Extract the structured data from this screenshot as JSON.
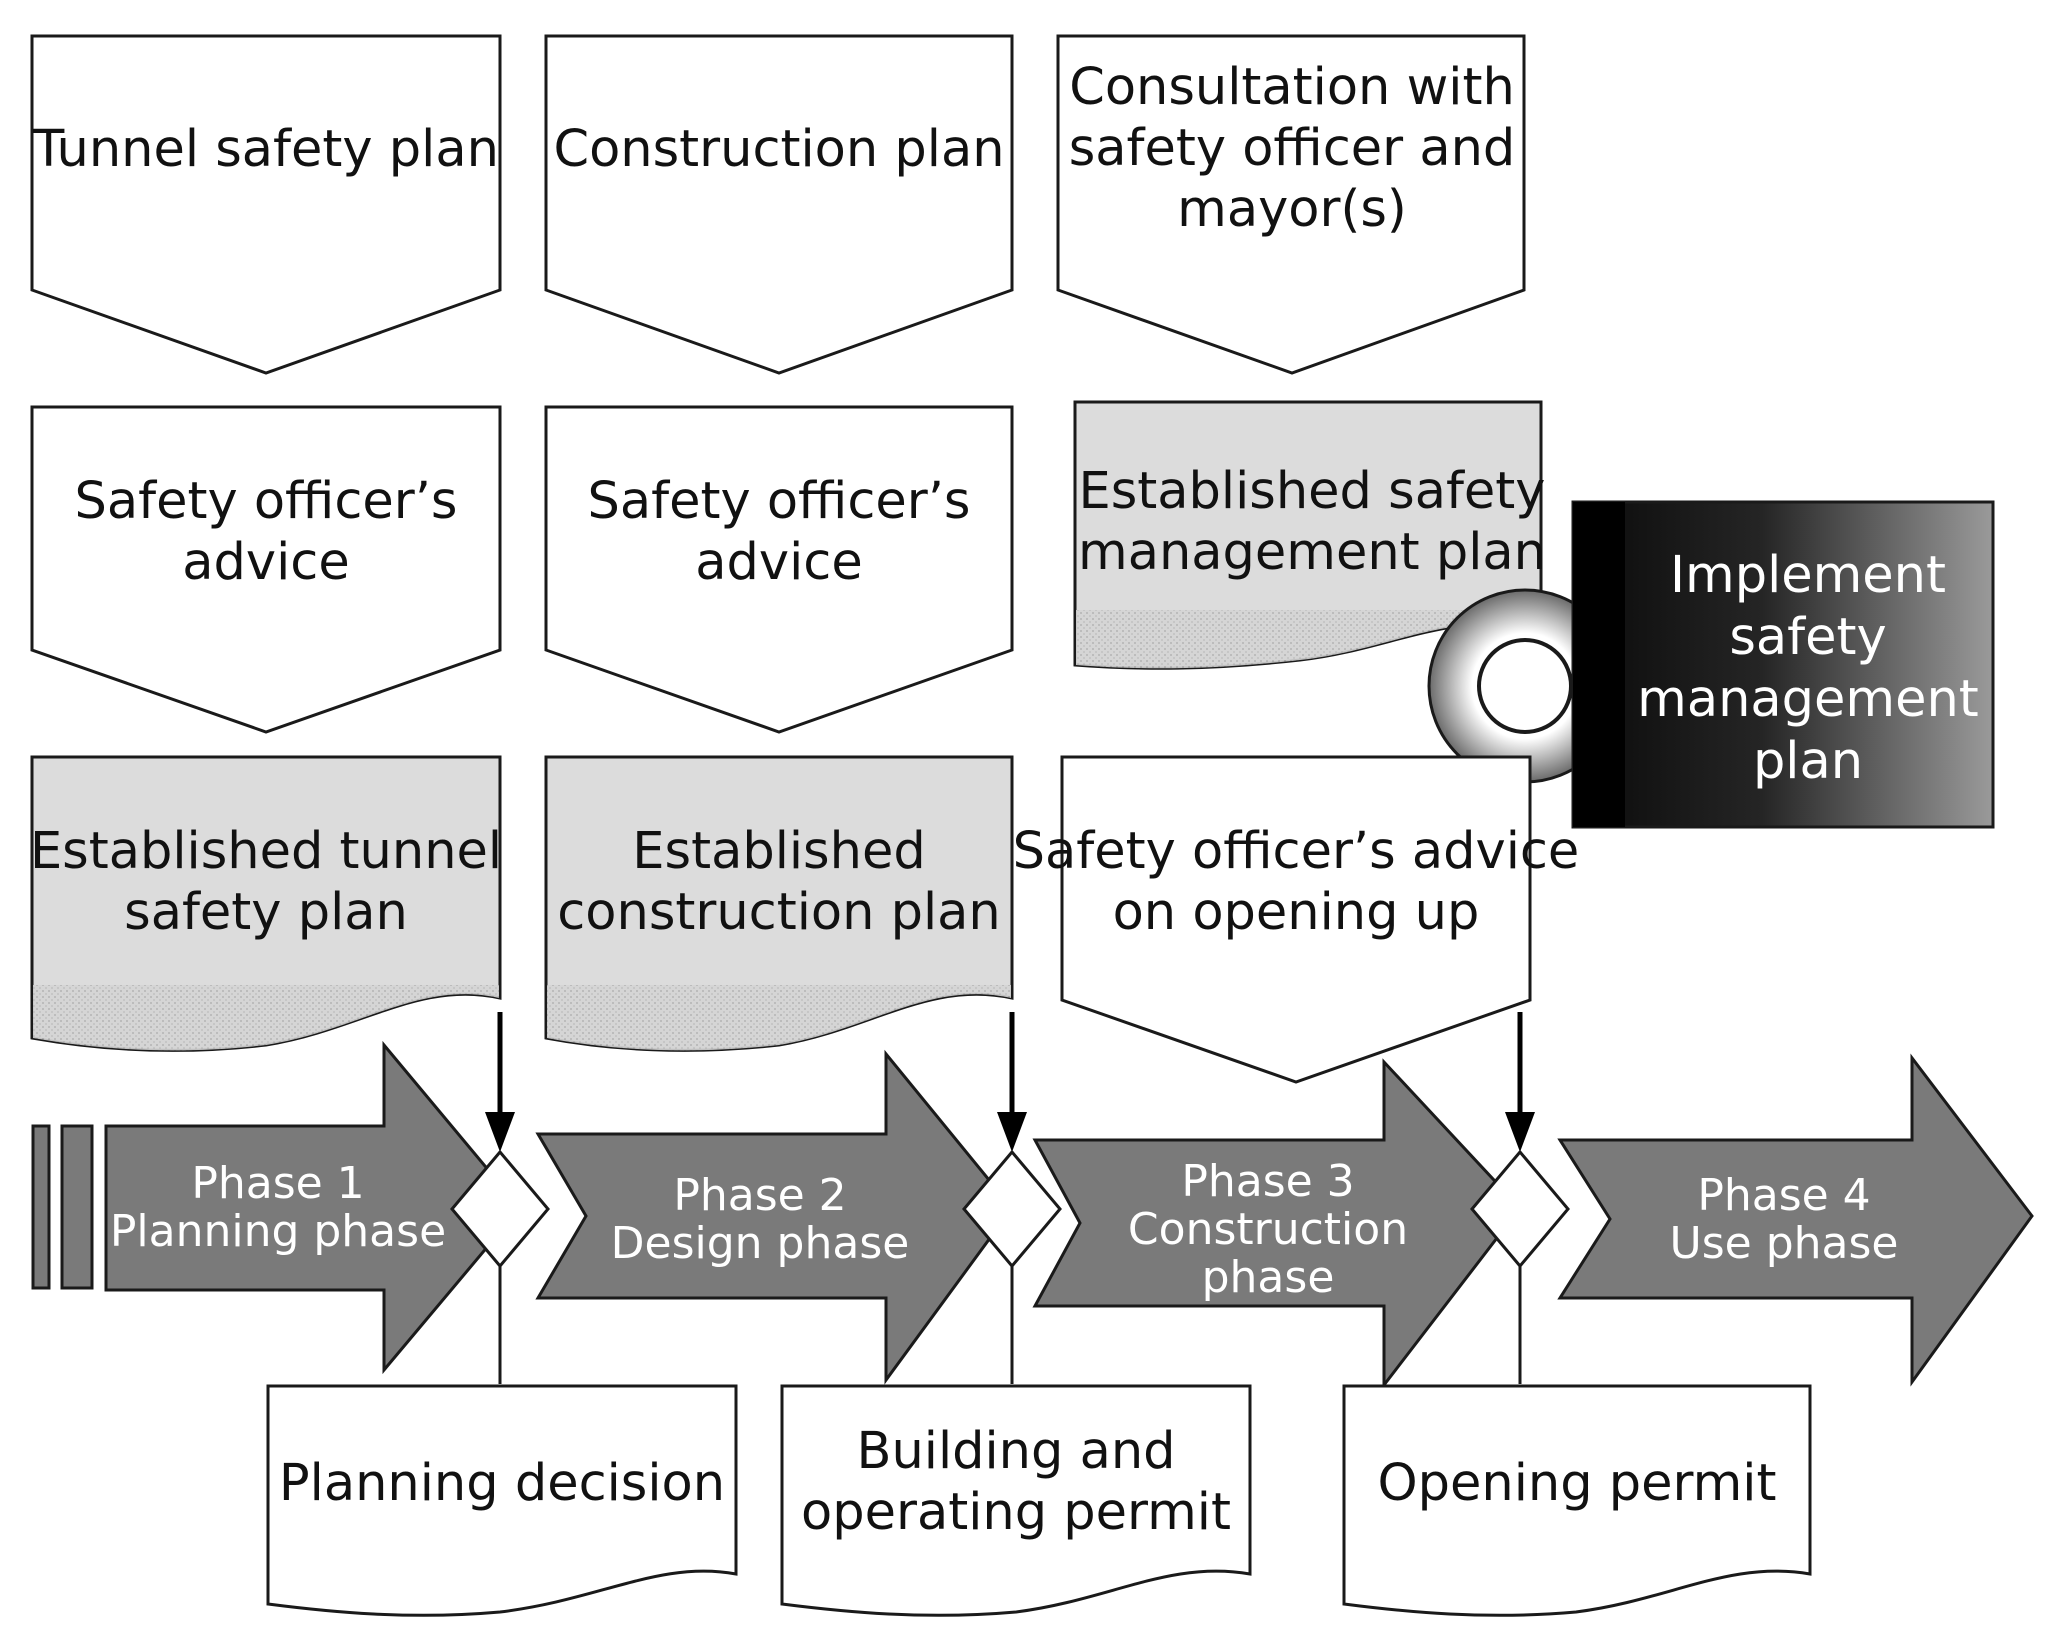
{
  "diagram": {
    "top_row": [
      {
        "lines": [
          "Tunnel safety plan"
        ]
      },
      {
        "lines": [
          "Construction plan"
        ]
      },
      {
        "lines": [
          "Consultation with",
          "safety officer and",
          "mayor(s)"
        ]
      }
    ],
    "middle_row": [
      {
        "lines": [
          "Safety officer’s",
          "advice"
        ]
      },
      {
        "lines": [
          "Safety officer’s",
          "advice"
        ]
      },
      {
        "lines": [
          "Established safety",
          "management plan"
        ]
      }
    ],
    "implement": {
      "lines": [
        "Implement",
        "safety",
        "management",
        "plan"
      ]
    },
    "third_row": [
      {
        "lines": [
          "Established tunnel",
          "safety plan"
        ]
      },
      {
        "lines": [
          "Established",
          "construction plan"
        ]
      },
      {
        "lines": [
          "Safety officer’s advice",
          "on opening up"
        ]
      }
    ],
    "phases": [
      {
        "lines": [
          "Phase 1",
          "Planning phase"
        ]
      },
      {
        "lines": [
          "Phase 2",
          "Design phase"
        ]
      },
      {
        "lines": [
          "Phase 3",
          "Construction",
          "phase"
        ]
      },
      {
        "lines": [
          "Phase 4",
          "Use phase"
        ]
      }
    ],
    "decisions": [
      {
        "lines": [
          "Planning decision"
        ]
      },
      {
        "lines": [
          "Building and",
          "operating permit"
        ]
      },
      {
        "lines": [
          "Opening permit"
        ]
      }
    ],
    "colors": {
      "document_fill": "#dcdcdc",
      "phase_arrow_fill": "#7a7a7a",
      "implement_dark": "#0a0a0a",
      "implement_light": "#9a9a9a",
      "stroke": "#1a1a1a"
    }
  }
}
